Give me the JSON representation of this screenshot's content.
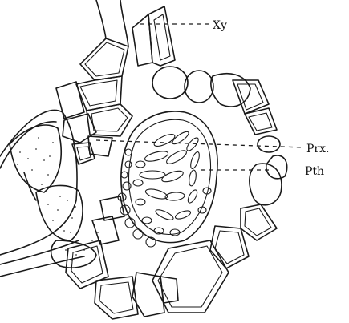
{
  "labels": {
    "xylem": "Xy",
    "protoxylem": "Prx.",
    "protophloem": "Pth"
  }
}
